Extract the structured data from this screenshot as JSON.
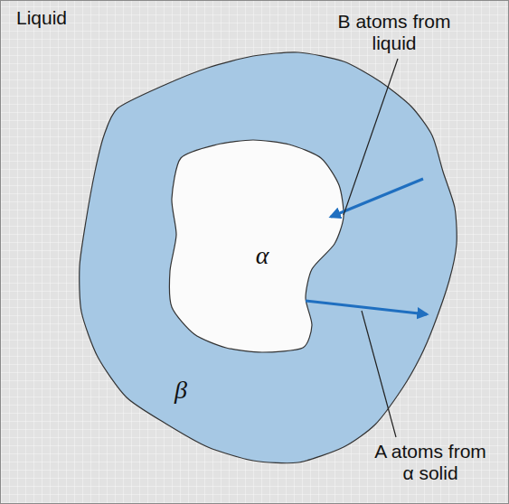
{
  "diagram": {
    "nodes": [
      {
        "text": [
          "Liquid"
        ]
      },
      {
        "text": [
          "β"
        ],
        "in": 0
      },
      {
        "text": [
          "α"
        ],
        "in": 1
      }
    ],
    "labels": [
      "B atoms from liquid",
      "A atoms from α solid"
    ]
  }
}
